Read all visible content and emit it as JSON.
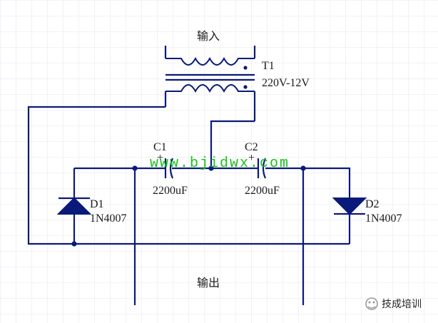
{
  "labels": {
    "input": "输入",
    "output": "输出",
    "transformer_ref": "T1",
    "transformer_value": "220V-12V",
    "c1_ref": "C1",
    "c1_value": "2200uF",
    "c2_ref": "C2",
    "c2_value": "2200uF",
    "c_plus": "+",
    "d1_ref": "D1",
    "d1_value": "1N4007",
    "d2_ref": "D2",
    "d2_value": "1N4007"
  },
  "watermark": "www.bjidwx.com",
  "brand": {
    "name": "技成培训",
    "icon": "wechat-official-account-icon"
  },
  "colors": {
    "wire": "#0a1a7a",
    "grid": "#e6e6f0",
    "watermark": "#17c21a"
  }
}
